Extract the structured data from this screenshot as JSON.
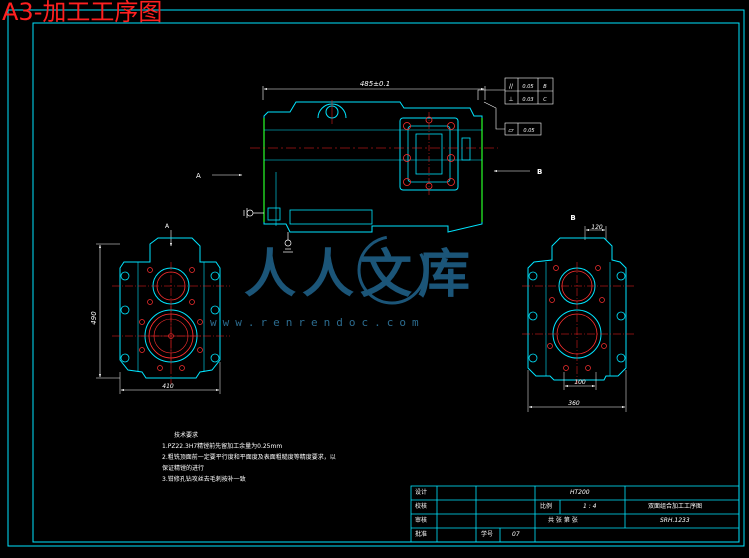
{
  "sheet": {
    "title": "A3-加工工序图",
    "colors": {
      "background": "#000000",
      "outline": "#00e5ff",
      "annotation": "#ffffff",
      "center_line": "#ff2020",
      "feature": "#ff3030",
      "view_edge": "#22dd22",
      "watermark": "#1f5f86",
      "title_text": "#ff2020"
    }
  },
  "views": {
    "main": {
      "dimension": "485±0.1",
      "section_left": "A",
      "section_right": "B"
    },
    "tolerance_frame": {
      "rows": [
        {
          "symbol": "//",
          "value": "0.05",
          "datum": "B"
        },
        {
          "symbol": "⊥",
          "value": "0.03",
          "datum": "C"
        }
      ],
      "flatness_symbol": "▱",
      "flatness_value": "0.05"
    },
    "left": {
      "label": "A",
      "height_dim": "490",
      "width_dim": "410"
    },
    "right": {
      "label": "B",
      "top_dim": "120",
      "mid_dim": "100",
      "width_dim": "360"
    }
  },
  "watermark": {
    "text": "人人文库",
    "url": "www.renrendoc.com"
  },
  "notes": {
    "heading": "技术要求",
    "lines": [
      "1.PZ22.3H7精镗前先留加工余量为0.25mm",
      "2.粗铣顶面前一定要平行度和平面度及表面粗糙度等精度要求，以",
      "保证精镗的进行",
      "3.钳修孔钻攻丝去毛刺按补一致"
    ]
  },
  "title_block": {
    "labels": {
      "design": "设计",
      "check": "校核",
      "review": "审核",
      "approve": "批准",
      "scale": "比例",
      "sheets": "共  张  第  张",
      "student_no": "学号"
    },
    "material": "HT200",
    "scale_value": "1 : 4",
    "part_name": "双面组合加工工序图",
    "drawing_no": "SRH.1233",
    "student_value": "07"
  }
}
